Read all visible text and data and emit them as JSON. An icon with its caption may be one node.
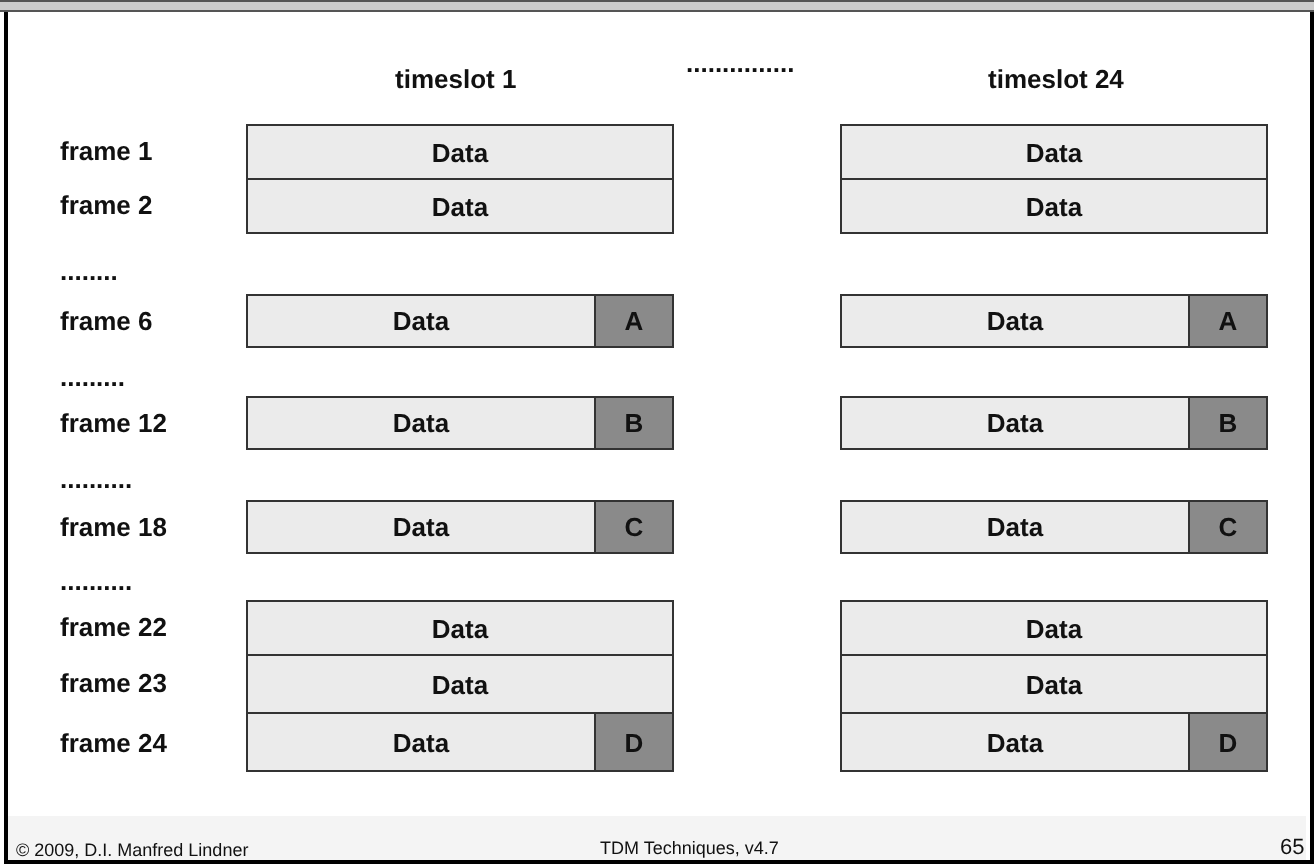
{
  "diagram": {
    "nodes": [
      {
        "text": [
          "Data"
        ]
      },
      {
        "text": [
          "Data"
        ]
      },
      {
        "text": [
          "Data"
        ]
      },
      {
        "text": [
          "Data"
        ]
      },
      {
        "text": [
          "Data"
        ]
      },
      {
        "text": [
          "A"
        ]
      },
      {
        "text": [
          "Data"
        ]
      },
      {
        "text": [
          "A"
        ]
      },
      {
        "text": [
          "Data"
        ]
      },
      {
        "text": [
          "B"
        ]
      },
      {
        "text": [
          "Data"
        ]
      },
      {
        "text": [
          "B"
        ]
      },
      {
        "text": [
          "Data"
        ]
      },
      {
        "text": [
          "C"
        ]
      },
      {
        "text": [
          "Data"
        ]
      },
      {
        "text": [
          "C"
        ]
      },
      {
        "text": [
          "Data"
        ]
      },
      {
        "text": [
          "Data"
        ]
      },
      {
        "text": [
          "Data"
        ]
      },
      {
        "text": [
          "Data"
        ]
      },
      {
        "text": [
          "Data"
        ]
      },
      {
        "text": [
          "D"
        ]
      },
      {
        "text": [
          "Data"
        ]
      },
      {
        "text": [
          "D"
        ]
      }
    ],
    "labels": [
      "timeslot 1",
      "...............",
      "timeslot 24",
      "frame 1",
      "frame 2",
      "........",
      "frame 6",
      ".........",
      "frame 12",
      "..........",
      "frame 18",
      "..........",
      "frame 22",
      "frame 23",
      "frame 24",
      "© 2009, D.I. Manfred Lindner",
      "TDM Techniques, v4.7",
      "65"
    ]
  }
}
